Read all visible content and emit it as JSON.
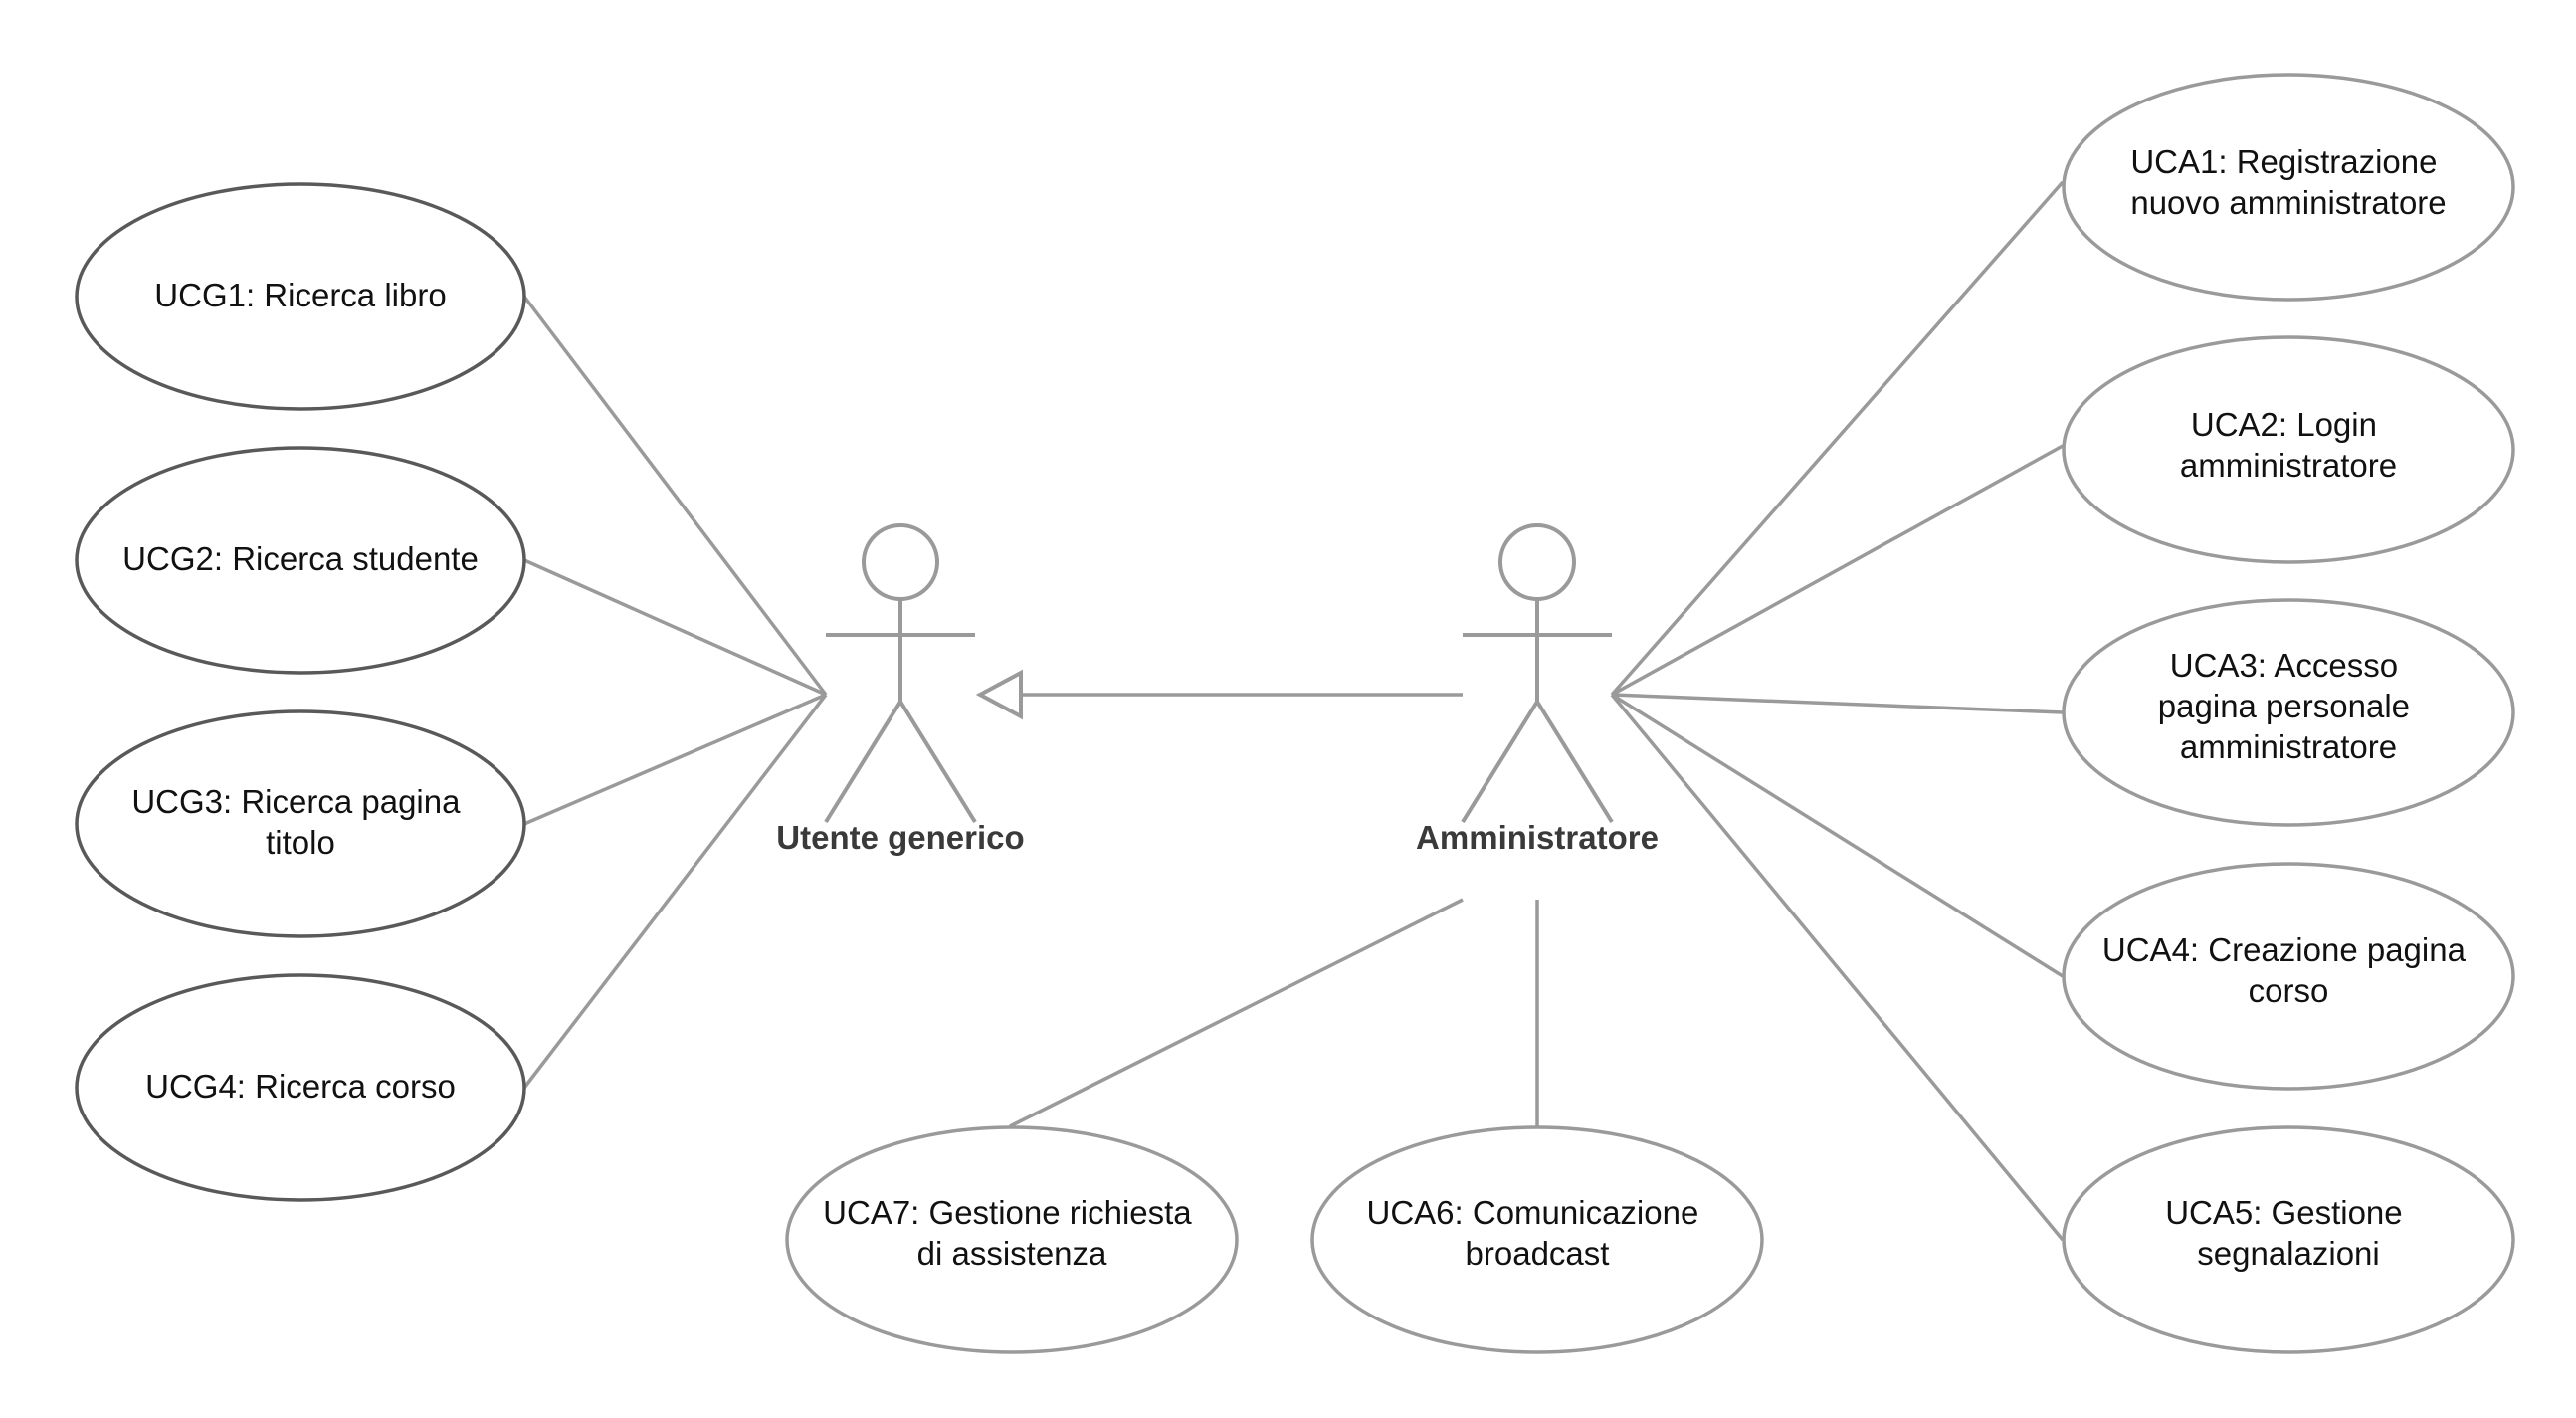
{
  "actors": {
    "generic": {
      "label": "Utente generico"
    },
    "admin": {
      "label": "Amministratore"
    }
  },
  "generic_use_cases": [
    {
      "id": "ucg1",
      "lines": [
        "UCG1: Ricerca libro"
      ]
    },
    {
      "id": "ucg2",
      "lines": [
        "UCG2: Ricerca studente"
      ]
    },
    {
      "id": "ucg3",
      "lines": [
        "UCG3: Ricerca pagina",
        "titolo"
      ]
    },
    {
      "id": "ucg4",
      "lines": [
        "UCG4: Ricerca corso"
      ]
    }
  ],
  "admin_use_cases": [
    {
      "id": "uca1",
      "lines": [
        "UCA1: Registrazione",
        "nuovo amministratore"
      ]
    },
    {
      "id": "uca2",
      "lines": [
        "UCA2: Login",
        "amministratore"
      ]
    },
    {
      "id": "uca3",
      "lines": [
        "UCA3: Accesso",
        "pagina personale",
        "amministratore"
      ]
    },
    {
      "id": "uca4",
      "lines": [
        "UCA4: Creazione pagina",
        "corso"
      ]
    },
    {
      "id": "uca5",
      "lines": [
        "UCA5: Gestione",
        "segnalazioni"
      ]
    },
    {
      "id": "uca6",
      "lines": [
        "UCA6: Comunicazione",
        "broadcast"
      ]
    },
    {
      "id": "uca7",
      "lines": [
        "UCA7: Gestione richiesta",
        "di assistenza"
      ]
    }
  ],
  "colors": {
    "generic_ellipse_stroke": "#595959",
    "admin_ellipse_stroke": "#9a9a9a",
    "connector": "#9a9a9a"
  }
}
